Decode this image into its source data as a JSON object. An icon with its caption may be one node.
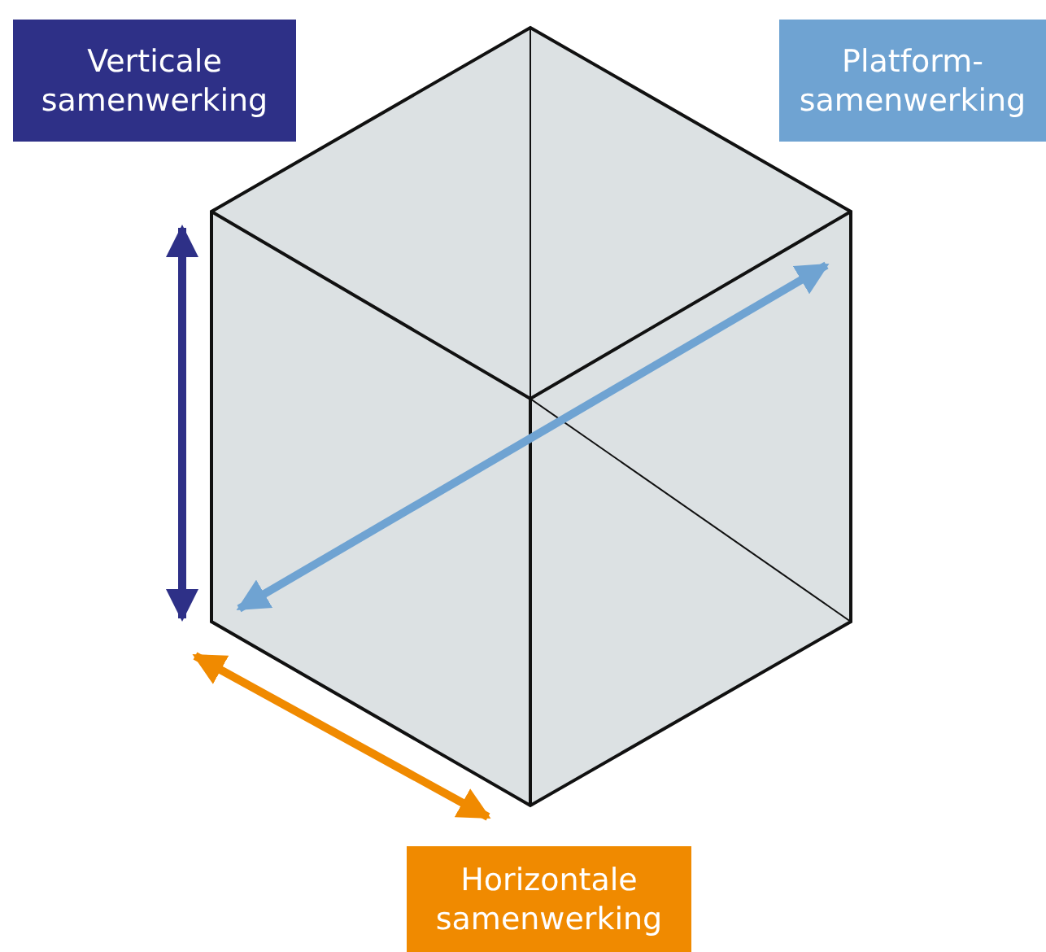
{
  "diagram": {
    "nodes": [
      {
        "text": [
          "Verticale samenwerking"
        ]
      },
      {
        "text": [
          "Platform- samenwerking"
        ]
      },
      {
        "text": [
          "Horizontale samenwerking"
        ]
      }
    ],
    "edges": []
  }
}
